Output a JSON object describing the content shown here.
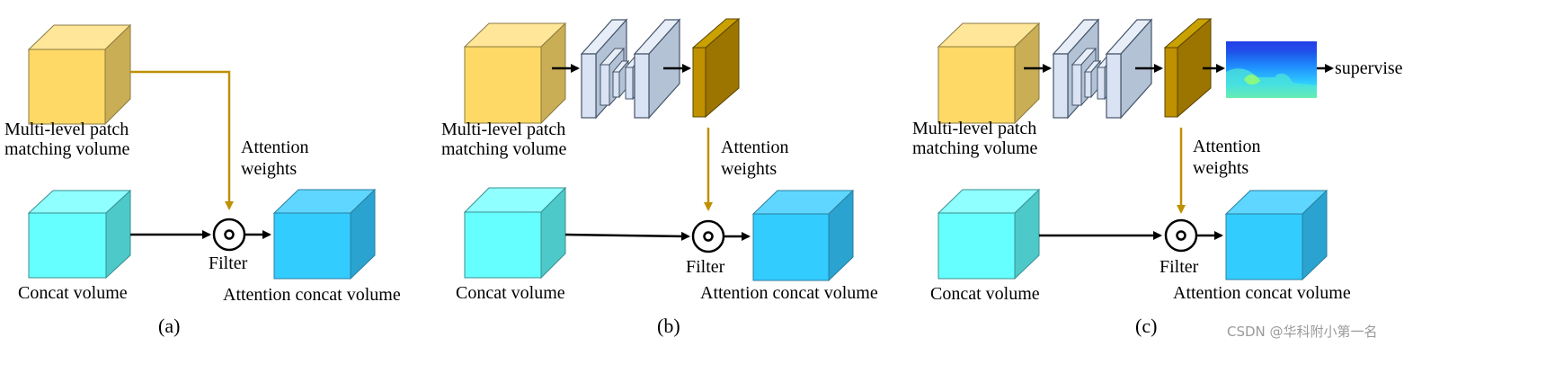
{
  "panels": [
    {
      "caption": "(a)",
      "patch_volume_label": [
        "Multi-level patch",
        "matching volume"
      ],
      "attention_label": [
        "Attention",
        "weights"
      ],
      "filter_label": "Filter",
      "concat_label": "Concat volume",
      "output_label": "Attention concat volume"
    },
    {
      "caption": "(b)",
      "patch_volume_label": [
        "Multi-level patch",
        "matching volume"
      ],
      "attention_label": [
        "Attention",
        "weights"
      ],
      "filter_label": "Filter",
      "concat_label": "Concat volume",
      "output_label": "Attention concat volume"
    },
    {
      "caption": "(c)",
      "patch_volume_label": [
        "Multi-level patch",
        "matching volume"
      ],
      "attention_label": [
        "Attention",
        "weights"
      ],
      "filter_label": "Filter",
      "concat_label": "Concat volume",
      "output_label": "Attention concat volume",
      "supervise_label": "supervise"
    }
  ],
  "watermark": "CSDN @华科附小第一名",
  "colors": {
    "patch_volume": "#FFD966",
    "patch_side": "#C9AE55",
    "concat_volume": "#66FFFF",
    "output_volume": "#33CCFF",
    "attention_arrow": "#BF9000",
    "attention_volume": "#A07800",
    "encoder_blocks": "#DAE3F3"
  }
}
